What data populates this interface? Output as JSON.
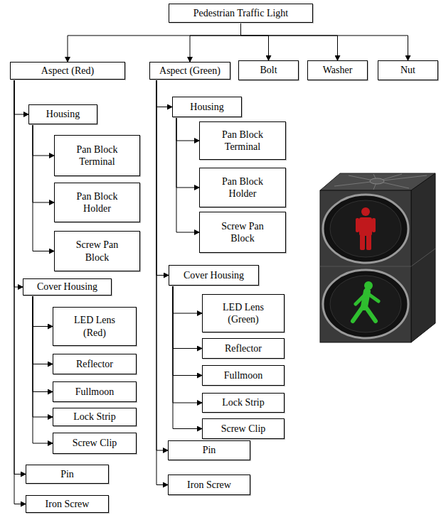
{
  "diagram": {
    "nodes": [
      {
        "text": [
          "Pedestrian Traffic Light"
        ]
      },
      {
        "text": [
          "Aspect (Red)"
        ]
      },
      {
        "text": [
          "Aspect (Green)"
        ]
      },
      {
        "text": [
          "Bolt"
        ]
      },
      {
        "text": [
          "Washer"
        ]
      },
      {
        "text": [
          "Nut"
        ]
      },
      {
        "text": [
          "Housing"
        ]
      },
      {
        "text": [
          "Pan Block Terminal"
        ]
      },
      {
        "text": [
          "Pan Block Holder"
        ]
      },
      {
        "text": [
          "Screw Pan Block"
        ]
      },
      {
        "text": [
          "Cover Housing"
        ]
      },
      {
        "text": [
          "LED Lens (Red)"
        ]
      },
      {
        "text": [
          "Reflector"
        ]
      },
      {
        "text": [
          "Fullmoon"
        ]
      },
      {
        "text": [
          "Lock Strip"
        ]
      },
      {
        "text": [
          "Screw Clip"
        ]
      },
      {
        "text": [
          "Pin"
        ]
      },
      {
        "text": [
          "Iron Screw"
        ]
      },
      {
        "text": [
          "Housing"
        ]
      },
      {
        "text": [
          "Pan Block Terminal"
        ]
      },
      {
        "text": [
          "Pan Block Holder"
        ]
      },
      {
        "text": [
          "Screw Pan Block"
        ]
      },
      {
        "text": [
          "Cover Housing"
        ]
      },
      {
        "text": [
          "LED Lens (Green)"
        ]
      },
      {
        "text": [
          "Reflector"
        ]
      },
      {
        "text": [
          "Fullmoon"
        ]
      },
      {
        "text": [
          "Lock Strip"
        ]
      },
      {
        "text": [
          "Screw Clip"
        ]
      },
      {
        "text": [
          "Pin"
        ]
      },
      {
        "text": [
          "Iron Screw"
        ]
      }
    ],
    "edges": [
      {
        "from": 0,
        "to": 1,
        "arrow": "to"
      },
      {
        "from": 0,
        "to": 2,
        "arrow": "to"
      },
      {
        "from": 0,
        "to": 3,
        "arrow": "to"
      },
      {
        "from": 0,
        "to": 4,
        "arrow": "to"
      },
      {
        "from": 0,
        "to": 5,
        "arrow": "to"
      },
      {
        "from": 1,
        "to": 6,
        "arrow": "to"
      },
      {
        "from": 1,
        "to": 10,
        "arrow": "to"
      },
      {
        "from": 1,
        "to": 16,
        "arrow": "to"
      },
      {
        "from": 1,
        "to": 17,
        "arrow": "to"
      },
      {
        "from": 6,
        "to": 7,
        "arrow": "to"
      },
      {
        "from": 6,
        "to": 8,
        "arrow": "to"
      },
      {
        "from": 6,
        "to": 9,
        "arrow": "to"
      },
      {
        "from": 10,
        "to": 11,
        "arrow": "to"
      },
      {
        "from": 10,
        "to": 12,
        "arrow": "to"
      },
      {
        "from": 10,
        "to": 13,
        "arrow": "to"
      },
      {
        "from": 10,
        "to": 14,
        "arrow": "to"
      },
      {
        "from": 10,
        "to": 15,
        "arrow": "to"
      },
      {
        "from": 2,
        "to": 18,
        "arrow": "to"
      },
      {
        "from": 2,
        "to": 22,
        "arrow": "to"
      },
      {
        "from": 2,
        "to": 28,
        "arrow": "to"
      },
      {
        "from": 2,
        "to": 29,
        "arrow": "to"
      },
      {
        "from": 18,
        "to": 19,
        "arrow": "to"
      },
      {
        "from": 18,
        "to": 20,
        "arrow": "to"
      },
      {
        "from": 18,
        "to": 21,
        "arrow": "to"
      },
      {
        "from": 22,
        "to": 23,
        "arrow": "to"
      },
      {
        "from": 22,
        "to": 24,
        "arrow": "to"
      },
      {
        "from": 22,
        "to": 25,
        "arrow": "to"
      },
      {
        "from": 22,
        "to": 26,
        "arrow": "to"
      },
      {
        "from": 22,
        "to": 27,
        "arrow": "to"
      }
    ]
  }
}
